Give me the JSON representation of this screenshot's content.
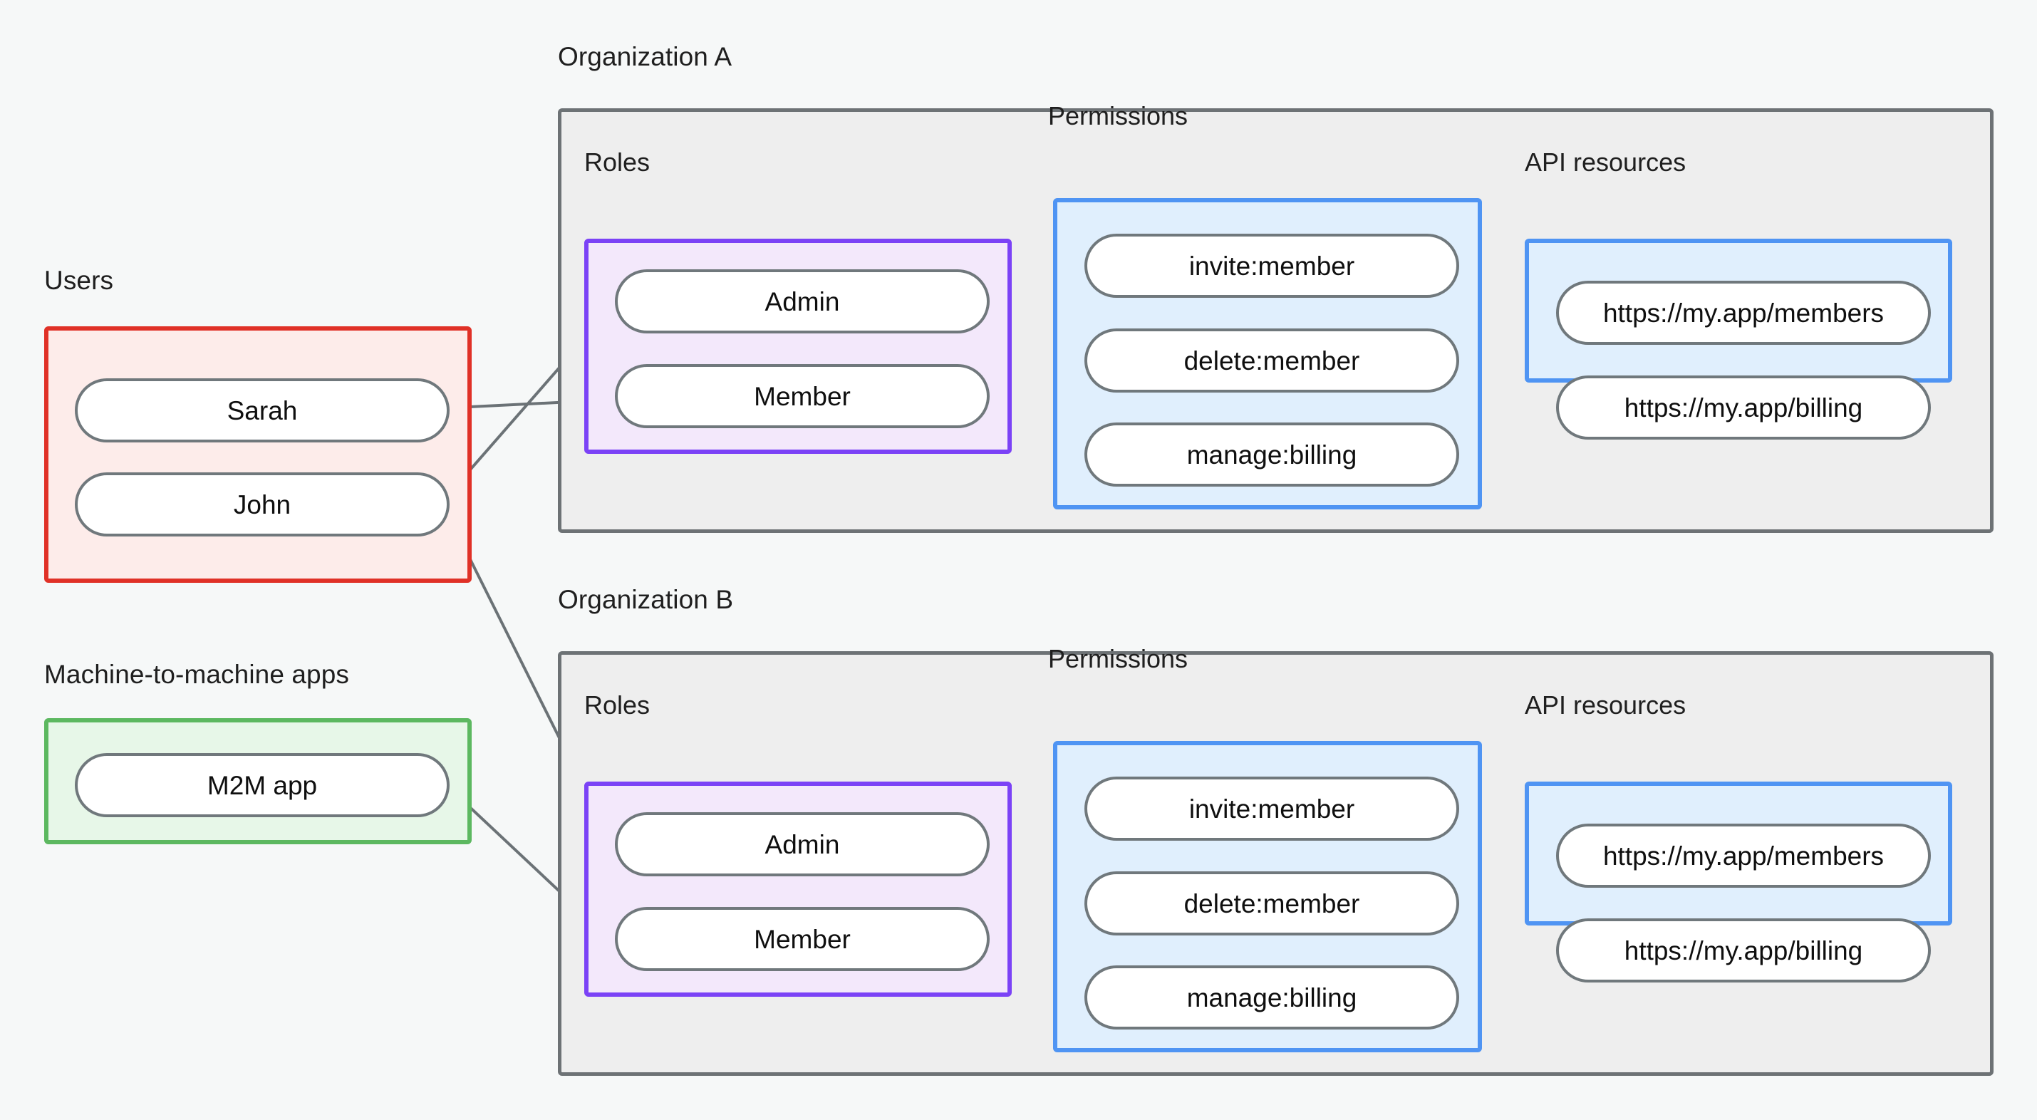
{
  "diagram": {
    "title": "Organizations, roles, permissions and API resources",
    "background_color": "#f6f8f8",
    "edge_color": "#6b7276",
    "node_border_color": "#70787c",
    "node_fill_color": "#ffffff"
  },
  "identities": {
    "users": {
      "label": "Users",
      "border_color": "#e03127",
      "fill_color": "#fdecea",
      "members": [
        {
          "label": "Sarah"
        },
        {
          "label": "John"
        }
      ]
    },
    "m2m": {
      "label": "Machine-to-machine apps",
      "border_color": "#5cb860",
      "fill_color": "#e7f7e8",
      "members": [
        {
          "label": "M2M app"
        }
      ]
    }
  },
  "organizations": [
    {
      "label": "Organization A",
      "border_color": "#6d7275",
      "fill_color": "#eeeeee",
      "roles": {
        "label": "Roles",
        "border_color": "#7b42f6",
        "fill_color": "#f3e8fb",
        "items": [
          {
            "label": "Admin"
          },
          {
            "label": "Member"
          }
        ]
      },
      "permissions": {
        "label": "Permissions",
        "border_color": "#4f94f3",
        "fill_color": "#e0effd",
        "items": [
          {
            "label": "invite:member"
          },
          {
            "label": "delete:member"
          },
          {
            "label": "manage:billing"
          }
        ]
      },
      "api_resources": {
        "label": "API resources",
        "border_color": "#4f94f3",
        "fill_color": "#e0effd",
        "items": [
          {
            "label": "https://my.app/members"
          },
          {
            "label": "https://my.app/billing"
          }
        ]
      }
    },
    {
      "label": "Organization B",
      "border_color": "#6d7275",
      "fill_color": "#eeeeee",
      "roles": {
        "label": "Roles",
        "border_color": "#7b42f6",
        "fill_color": "#f3e8fb",
        "items": [
          {
            "label": "Admin"
          },
          {
            "label": "Member"
          }
        ]
      },
      "permissions": {
        "label": "Permissions",
        "border_color": "#4f94f3",
        "fill_color": "#e0effd",
        "items": [
          {
            "label": "invite:member"
          },
          {
            "label": "delete:member"
          },
          {
            "label": "manage:billing"
          }
        ]
      },
      "api_resources": {
        "label": "API resources",
        "border_color": "#4f94f3",
        "fill_color": "#e0effd",
        "items": [
          {
            "label": "https://my.app/members"
          },
          {
            "label": "https://my.app/billing"
          }
        ]
      }
    }
  ],
  "connections": [
    {
      "from": "Sarah",
      "to": "Organization A / Member"
    },
    {
      "from": "John",
      "to": "Organization A / Admin"
    },
    {
      "from": "John",
      "to": "Organization B / Admin"
    },
    {
      "from": "M2M app",
      "to": "Organization B / Member"
    },
    {
      "from": "Organization A / Admin",
      "to": "Organization A / invite:member"
    },
    {
      "from": "Organization A / Admin",
      "to": "Organization A / delete:member"
    },
    {
      "from": "Organization A / Member",
      "to": "Organization A / manage:billing"
    },
    {
      "from": "Organization A / invite:member",
      "to": "Organization A / https://my.app/members"
    },
    {
      "from": "Organization A / delete:member",
      "to": "Organization A / https://my.app/members"
    },
    {
      "from": "Organization A / manage:billing",
      "to": "Organization A / https://my.app/billing"
    },
    {
      "from": "Organization B / Admin",
      "to": "Organization B / invite:member"
    },
    {
      "from": "Organization B / Admin",
      "to": "Organization B / delete:member"
    },
    {
      "from": "Organization B / Member",
      "to": "Organization B / manage:billing"
    },
    {
      "from": "Organization B / invite:member",
      "to": "Organization B / https://my.app/members"
    },
    {
      "from": "Organization B / delete:member",
      "to": "Organization B / https://my.app/members"
    },
    {
      "from": "Organization B / manage:billing",
      "to": "Organization B / https://my.app/billing"
    }
  ]
}
